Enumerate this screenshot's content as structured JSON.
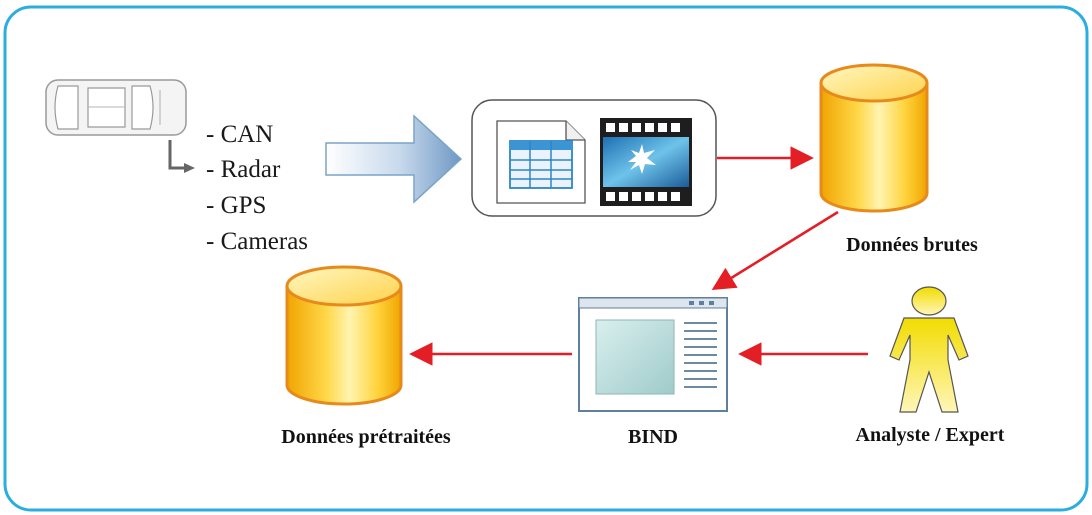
{
  "sources": [
    "- CAN",
    "- Radar",
    "- GPS",
    "- Cameras"
  ],
  "nodes": {
    "raw_db": "Données brutes",
    "processed_db": "Données prétraitées",
    "tool": "BIND",
    "analyst": "Analyste / Expert"
  },
  "icons": {
    "vehicle": "car-topview-icon",
    "table": "spreadsheet-document-icon",
    "video": "film-strip-icon",
    "database": "database-cylinder-icon",
    "application": "application-window-icon",
    "person": "person-icon"
  },
  "colors": {
    "frame": "#2aaee0",
    "flow_arrow": "#e31e24",
    "db_body": "#f7c21b",
    "db_outline": "#e8891c",
    "person": "#f3dc00",
    "big_arrow": "#7aa3c9"
  }
}
